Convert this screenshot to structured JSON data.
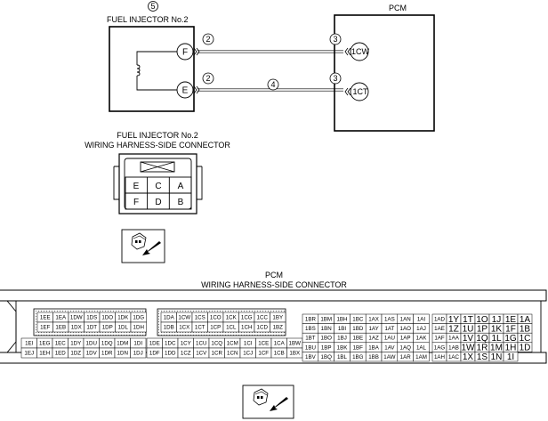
{
  "top": {
    "injector_ref": "5",
    "injector_title": "FUEL INJECTOR No.2",
    "pcm_title": "PCM",
    "pin_f": "F",
    "pin_e": "E",
    "pin_cw": "1CW",
    "pin_ct": "1CT",
    "call_top_left": "2",
    "call_top_right": "3",
    "call_bot_left": "2",
    "call_bot_mid": "4",
    "call_bot_right": "3"
  },
  "injector_connector": {
    "title_line1": "FUEL INJECTOR No.2",
    "title_line2": "WIRING HARNESS-SIDE CONNECTOR",
    "row1": [
      "E",
      "C",
      "A"
    ],
    "row2": [
      "F",
      "D",
      "B"
    ]
  },
  "pcm_connector": {
    "title_line1": "PCM",
    "title_line2": "WIRING HARNESS-SIDE CONNECTOR",
    "blockA": {
      "row1": [
        "1EE",
        "1EA",
        "1DW",
        "1DS",
        "1DO",
        "1DK",
        "1DG"
      ],
      "row2": [
        "1EF",
        "1EB",
        "1DX",
        "1DT",
        "1DP",
        "1DL",
        "1DH"
      ],
      "row3": [
        "1EI",
        "1EG",
        "1EC",
        "1DY",
        "1DU",
        "1DQ",
        "1DM",
        "1DI"
      ],
      "row4": [
        "1EJ",
        "1EH",
        "1ED",
        "1DZ",
        "1DV",
        "1DR",
        "1DN",
        "1DJ"
      ]
    },
    "blockB": {
      "row1": [
        "1DA",
        "1CW",
        "1CS",
        "1CO",
        "1CK",
        "1CG",
        "1CC",
        "1BY"
      ],
      "row2": [
        "1DB",
        "1CX",
        "1CT",
        "1CP",
        "1CL",
        "1CH",
        "1CD",
        "1BZ"
      ],
      "row3": [
        "1DE",
        "1DC",
        "1CY",
        "1CU",
        "1CQ",
        "1CM",
        "1CI",
        "1CE",
        "1CA",
        "1BW"
      ],
      "row4": [
        "1DF",
        "1DD",
        "1CZ",
        "1CV",
        "1CR",
        "1CN",
        "1CJ",
        "1CF",
        "1CB",
        "1BX"
      ]
    },
    "blockC": {
      "row1": [
        "1BR",
        "1BM",
        "1BH",
        "1BC",
        "1AX",
        "1AS",
        "1AN",
        "1AI"
      ],
      "row2": [
        "1BS",
        "1BN",
        "1BI",
        "1BD",
        "1AY",
        "1AT",
        "1AO",
        "1AJ"
      ],
      "row3": [
        "1BT",
        "1BO",
        "1BJ",
        "1BE",
        "1AZ",
        "1AU",
        "1AP",
        "1AK"
      ],
      "row4": [
        "1BU",
        "1BP",
        "1BK",
        "1BF",
        "1BA",
        "1AV",
        "1AQ",
        "1AL"
      ],
      "row5": [
        "1BV",
        "1BQ",
        "1BL",
        "1BG",
        "1BB",
        "1AW",
        "1AR",
        "1AM"
      ]
    },
    "blockD": {
      "small": [
        "1AD",
        "1AE",
        "1AF",
        "1AG",
        "1AH"
      ],
      "smallB": [
        "",
        "",
        "1AA",
        "1AB",
        "1AC"
      ],
      "row1": [
        "1Y",
        "1T",
        "1O",
        "1J",
        "1E",
        "1A"
      ],
      "row2": [
        "1Z",
        "1U",
        "1P",
        "1K",
        "1F",
        "1B"
      ],
      "row3": [
        "1V",
        "1Q",
        "1L",
        "1G",
        "1C"
      ],
      "row4": [
        "1W",
        "1R",
        "1M",
        "1H",
        "1D"
      ],
      "row5": [
        "1X",
        "1S",
        "1N",
        "1I"
      ]
    }
  }
}
